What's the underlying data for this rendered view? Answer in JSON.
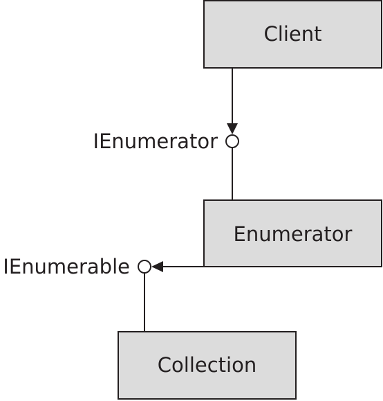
{
  "diagram": {
    "boxes": {
      "client": "Client",
      "enumerator": "Enumerator",
      "collection": "Collection"
    },
    "interfaces": {
      "ienumerator": "IEnumerator",
      "ienumerable": "IEnumerable"
    },
    "colors": {
      "box_fill": "#dcdcdc",
      "stroke": "#231f20",
      "text": "#231f20",
      "background": "#ffffff"
    }
  }
}
